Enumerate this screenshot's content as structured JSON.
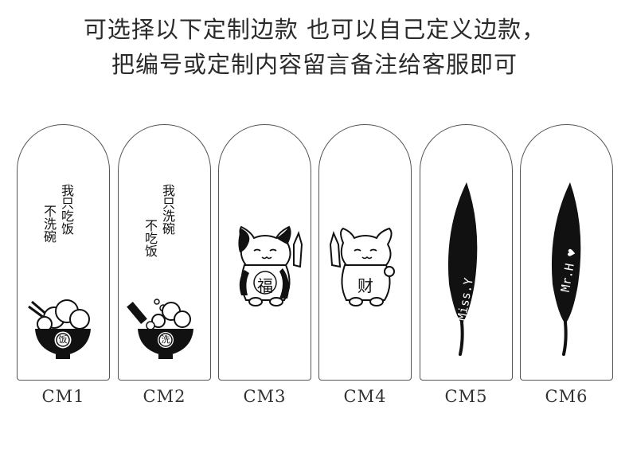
{
  "header": {
    "line1": "可选择以下定制边款 也可以自己定义边款，",
    "line2": "把编号或定制内容留言备注给客服即可"
  },
  "designs": [
    {
      "code": "CM1",
      "text_a": "我只吃饭",
      "text_b": "不洗碗",
      "bowl_char": "饭"
    },
    {
      "code": "CM2",
      "text_a": "我只洗碗",
      "text_b": "不吃饭",
      "bowl_char": "洗"
    },
    {
      "code": "CM3",
      "cat_char": "福"
    },
    {
      "code": "CM4",
      "cat_char": "财"
    },
    {
      "code": "CM5",
      "leaf_text": "Miss.Y"
    },
    {
      "code": "CM6",
      "leaf_text": "Mr.H ♥"
    }
  ]
}
